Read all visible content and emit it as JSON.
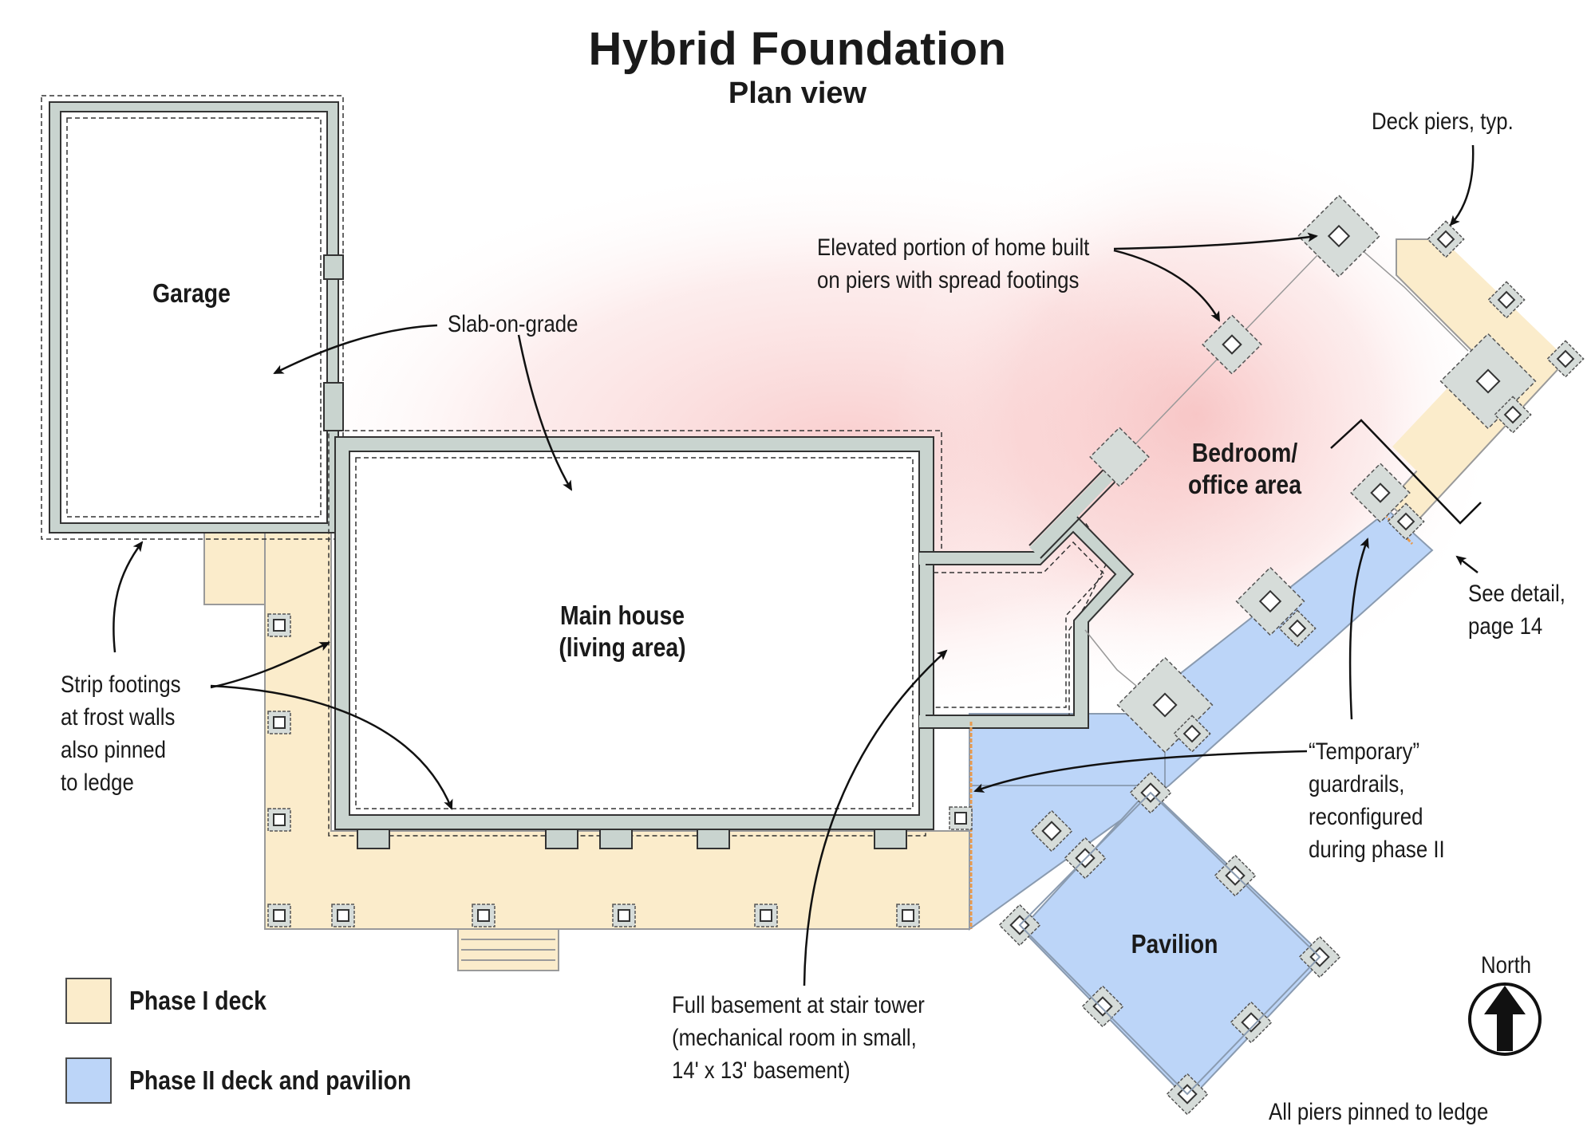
{
  "header": {
    "title": "Hybrid Foundation",
    "subtitle": "Plan view"
  },
  "rooms": {
    "garage": "Garage",
    "main_house_line1": "Main house",
    "main_house_line2": "(living area)",
    "bedroom_line1": "Bedroom/",
    "bedroom_line2": "office area",
    "pavilion": "Pavilion"
  },
  "callouts": {
    "slab": "Slab-on-grade",
    "elevated_line1": "Elevated portion of home built",
    "elevated_line2": "on piers with spread footings",
    "deck_piers": "Deck piers, typ.",
    "strip_line1": "Strip footings",
    "strip_line2": "at frost walls",
    "strip_line3": "also pinned",
    "strip_line4": "to ledge",
    "see_detail_line1": "See detail,",
    "see_detail_line2": "page 14",
    "guardrails_line1": "“Temporary”",
    "guardrails_line2": "guardrails,",
    "guardrails_line3": "reconfigured",
    "guardrails_line4": "during phase II",
    "basement_line1": "Full basement at stair tower",
    "basement_line2": "(mechanical room in small,",
    "basement_line3": "14' x 13' basement)",
    "all_piers": "All piers pinned to ledge"
  },
  "compass": {
    "label": "North",
    "icon": "north-arrow-icon"
  },
  "legend": [
    {
      "label": "Phase I deck",
      "color": "#fbeccb"
    },
    {
      "label": "Phase II deck and pavilion",
      "color": "#bcd5f8"
    }
  ],
  "colors": {
    "phase1": "#fbeccb",
    "phase2": "#bcd5f8",
    "wall": "#c9d4cf",
    "pier": "#d6dcd9",
    "glow": "#f5b0b0",
    "guardrail": "#e89a4e"
  }
}
